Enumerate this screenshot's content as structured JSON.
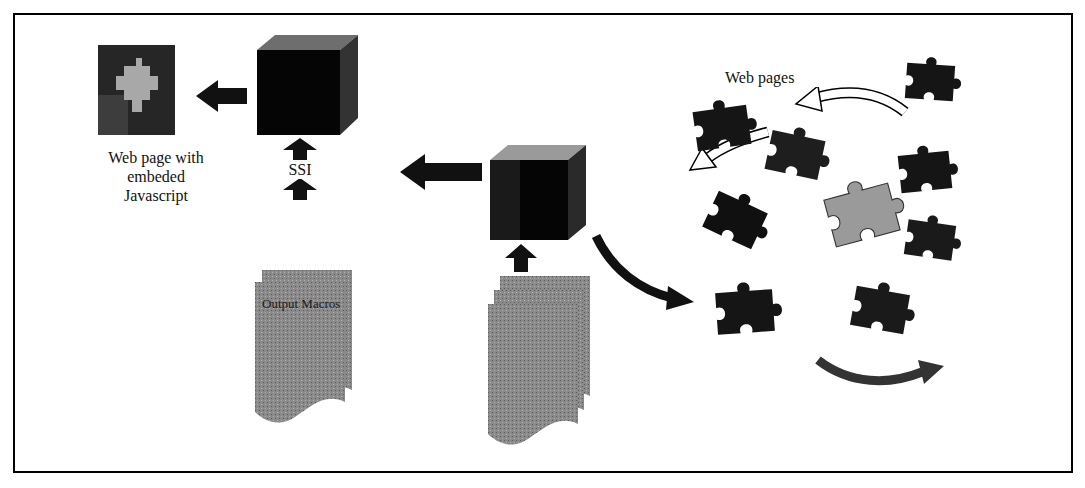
{
  "diagram": {
    "labels": [
      "Web pages",
      "Web page with embeded Javascript",
      "SSI",
      "Output Macros"
    ]
  }
}
